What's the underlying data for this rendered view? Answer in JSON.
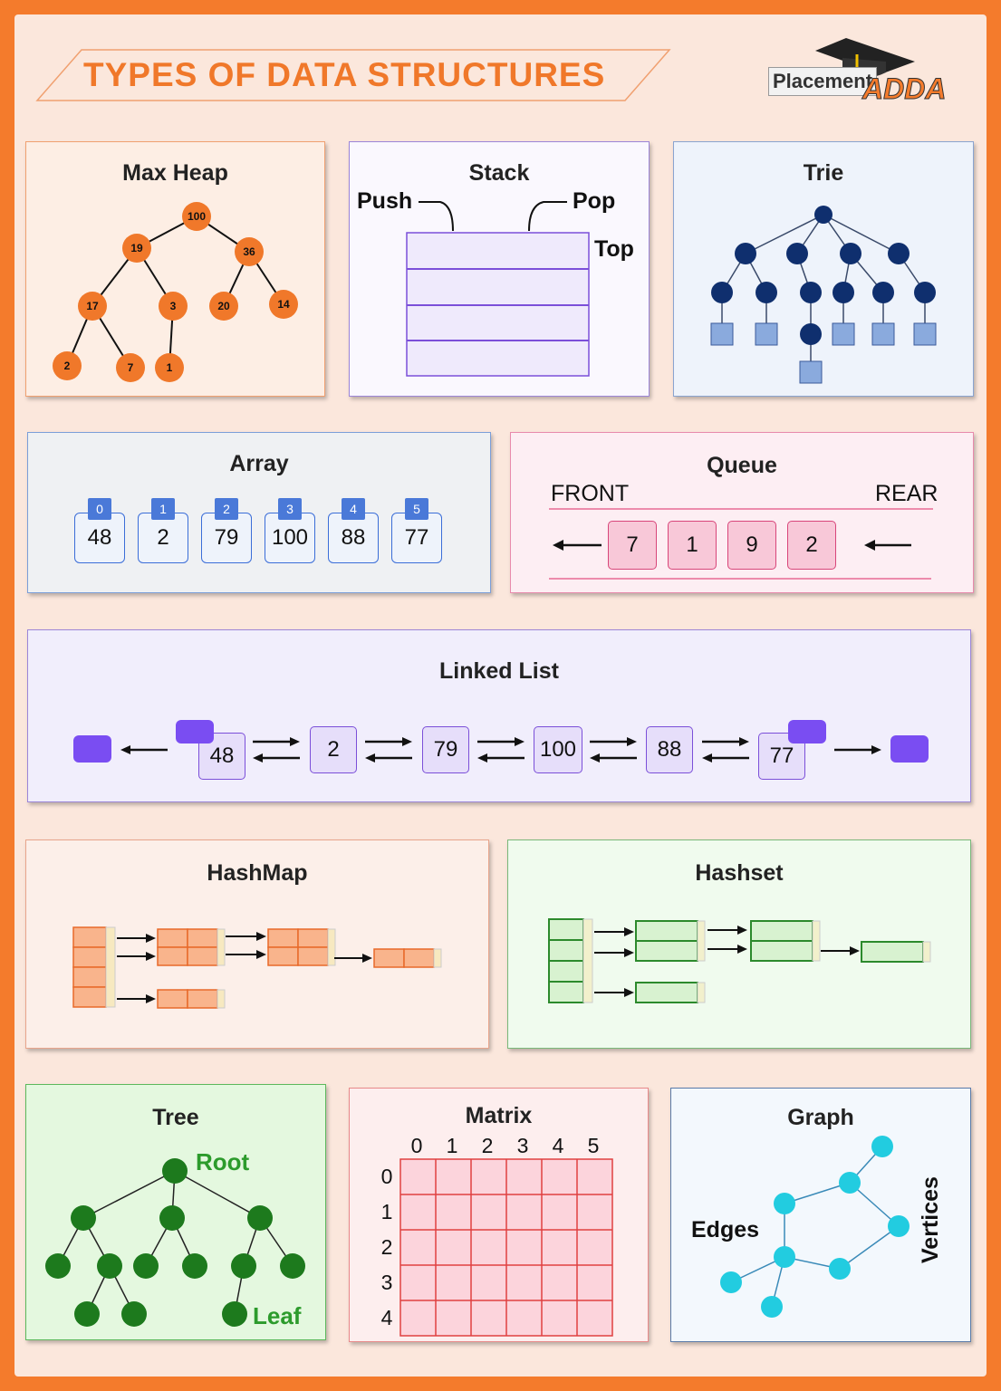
{
  "header": {
    "title": "TYPES OF DATA STRUCTURES",
    "logo_text_1": "Placement",
    "logo_text_2": "ADDA"
  },
  "colors": {
    "page_border": "#f47b2c",
    "page_bg": "#fbe7dc",
    "accent": "#f0782a"
  },
  "max_heap": {
    "title": "Max Heap",
    "nodes": [
      "100",
      "19",
      "36",
      "17",
      "3",
      "20",
      "14",
      "2",
      "7",
      "1"
    ]
  },
  "stack": {
    "title": "Stack",
    "push": "Push",
    "pop": "Pop",
    "top": "Top"
  },
  "trie": {
    "title": "Trie"
  },
  "array": {
    "title": "Array",
    "indices": [
      "0",
      "1",
      "2",
      "3",
      "4",
      "5"
    ],
    "values": [
      "48",
      "2",
      "79",
      "100",
      "88",
      "77"
    ]
  },
  "queue": {
    "title": "Queue",
    "front": "FRONT",
    "rear": "REAR",
    "values": [
      "7",
      "1",
      "9",
      "2"
    ]
  },
  "linked_list": {
    "title": "Linked List",
    "values": [
      "48",
      "2",
      "79",
      "100",
      "88",
      "77"
    ]
  },
  "hashmap": {
    "title": "HashMap"
  },
  "hashset": {
    "title": "Hashset"
  },
  "tree": {
    "title": "Tree",
    "root": "Root",
    "leaf": "Leaf"
  },
  "matrix": {
    "title": "Matrix",
    "cols": [
      "0",
      "1",
      "2",
      "3",
      "4",
      "5"
    ],
    "rows": [
      "0",
      "1",
      "2",
      "3",
      "4"
    ]
  },
  "graph": {
    "title": "Graph",
    "edges": "Edges",
    "vertices": "Vertices"
  }
}
